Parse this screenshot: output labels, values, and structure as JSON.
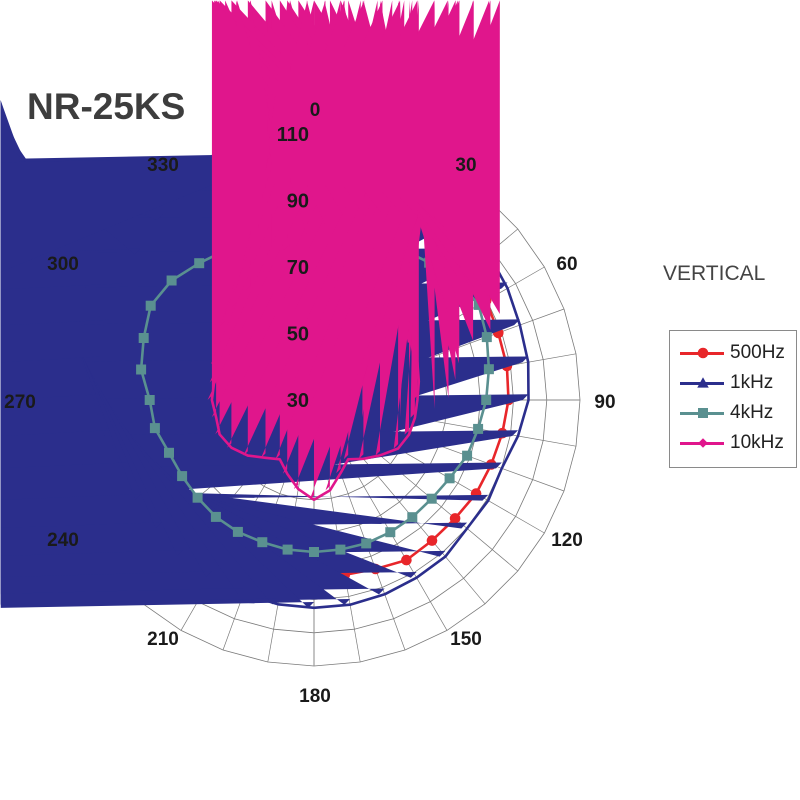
{
  "title": "NR-25KS",
  "orientation_label": "VERTICAL",
  "chart_data": {
    "type": "polar-line",
    "title": "NR-25KS",
    "subtitle": "VERTICAL",
    "angle_unit": "degrees",
    "angle_direction": "clockwise",
    "zero_location": "top",
    "angles": [
      0,
      10,
      20,
      30,
      40,
      50,
      60,
      70,
      80,
      90,
      100,
      110,
      120,
      130,
      140,
      150,
      160,
      170,
      180,
      190,
      200,
      210,
      220,
      230,
      240,
      250,
      260,
      270,
      280,
      290,
      300,
      310,
      320,
      330,
      340,
      350
    ],
    "angle_tick_labels": [
      "0",
      "30",
      "60",
      "90",
      "120",
      "150",
      "180",
      "210",
      "240",
      "270",
      "300",
      "330"
    ],
    "radial_range": [
      30,
      110
    ],
    "radial_grid_step": 10,
    "radial_tick_labels": [
      "30",
      "50",
      "70",
      "90",
      "110"
    ],
    "grid": true,
    "legend_position": "right",
    "series": [
      {
        "name": "500Hz",
        "color": "#e8262a",
        "marker": "circle",
        "values": [
          89.7,
          89.9,
          89.9,
          90.0,
          89.5,
          89.6,
          89.8,
          89.0,
          88.9,
          88.5,
          87.5,
          86.7,
          86.3,
          85.4,
          85.2,
          85.6,
          84.1,
          83.4,
          81.8,
          82.3,
          84.4,
          85.7,
          85.7,
          85.8,
          86.3,
          86.1,
          86.8,
          87.2,
          87.9,
          88.4,
          88.9,
          89.2,
          89.6,
          89.2,
          89.7,
          89.8
        ]
      },
      {
        "name": "1kHz",
        "color": "#2b2e8c",
        "marker": "triangle",
        "values": [
          102.5,
          102.6,
          102.8,
          101.9,
          100.8,
          98.5,
          97.2,
          95.9,
          95.4,
          94.5,
          92.3,
          90.1,
          90.5,
          90.1,
          91.5,
          91.7,
          92.2,
          92.5,
          92.5,
          92.4,
          92.0,
          91.5,
          91.2,
          89.9,
          90.0,
          90.0,
          92.2,
          94.4,
          95.3,
          95.5,
          96.6,
          98.2,
          100.7,
          101.7,
          102.7,
          102.6
        ]
      },
      {
        "name": "4kHz",
        "color": "#5a9090",
        "marker": "square",
        "values": [
          96.7,
          92.9,
          87.9,
          82.5,
          83.9,
          86.2,
          87.2,
          85.3,
          83.4,
          81.8,
          80.1,
          79.0,
          77.1,
          76.2,
          76.0,
          75.9,
          75.9,
          75.7,
          75.7,
          75.7,
          75.5,
          75.8,
          75.9,
          75.7,
          75.8,
          76.4,
          78.6,
          79.4,
          82.8,
          84.5,
          86.7,
          85.9,
          83.7,
          82.3,
          87.7,
          93.1
        ]
      },
      {
        "name": "10kHz",
        "color": "#e0168c",
        "marker": "diamond",
        "values": [
          79.0,
          75.8,
          71.1,
          68.2,
          66.6,
          65.4,
          64.1,
          63.1,
          62.0,
          61.1,
          60.8,
          60.4,
          59.2,
          55.9,
          53.1,
          50.6,
          53.4,
          57.6,
          60.0,
          57.2,
          53.6,
          50.6,
          52.7,
          56.0,
          58.7,
          60.2,
          59.9,
          60.7,
          60.5,
          61.6,
          63.4,
          64.9,
          66.4,
          68.2,
          71.0,
          75.7
        ]
      }
    ]
  },
  "legend": {
    "items": [
      {
        "label": "500Hz",
        "color": "#e8262a",
        "marker": "circle"
      },
      {
        "label": "1kHz",
        "color": "#2b2e8c",
        "marker": "triangle"
      },
      {
        "label": "4kHz",
        "color": "#5a9090",
        "marker": "square"
      },
      {
        "label": "10kHz",
        "color": "#e0168c",
        "marker": "diamond"
      }
    ]
  }
}
